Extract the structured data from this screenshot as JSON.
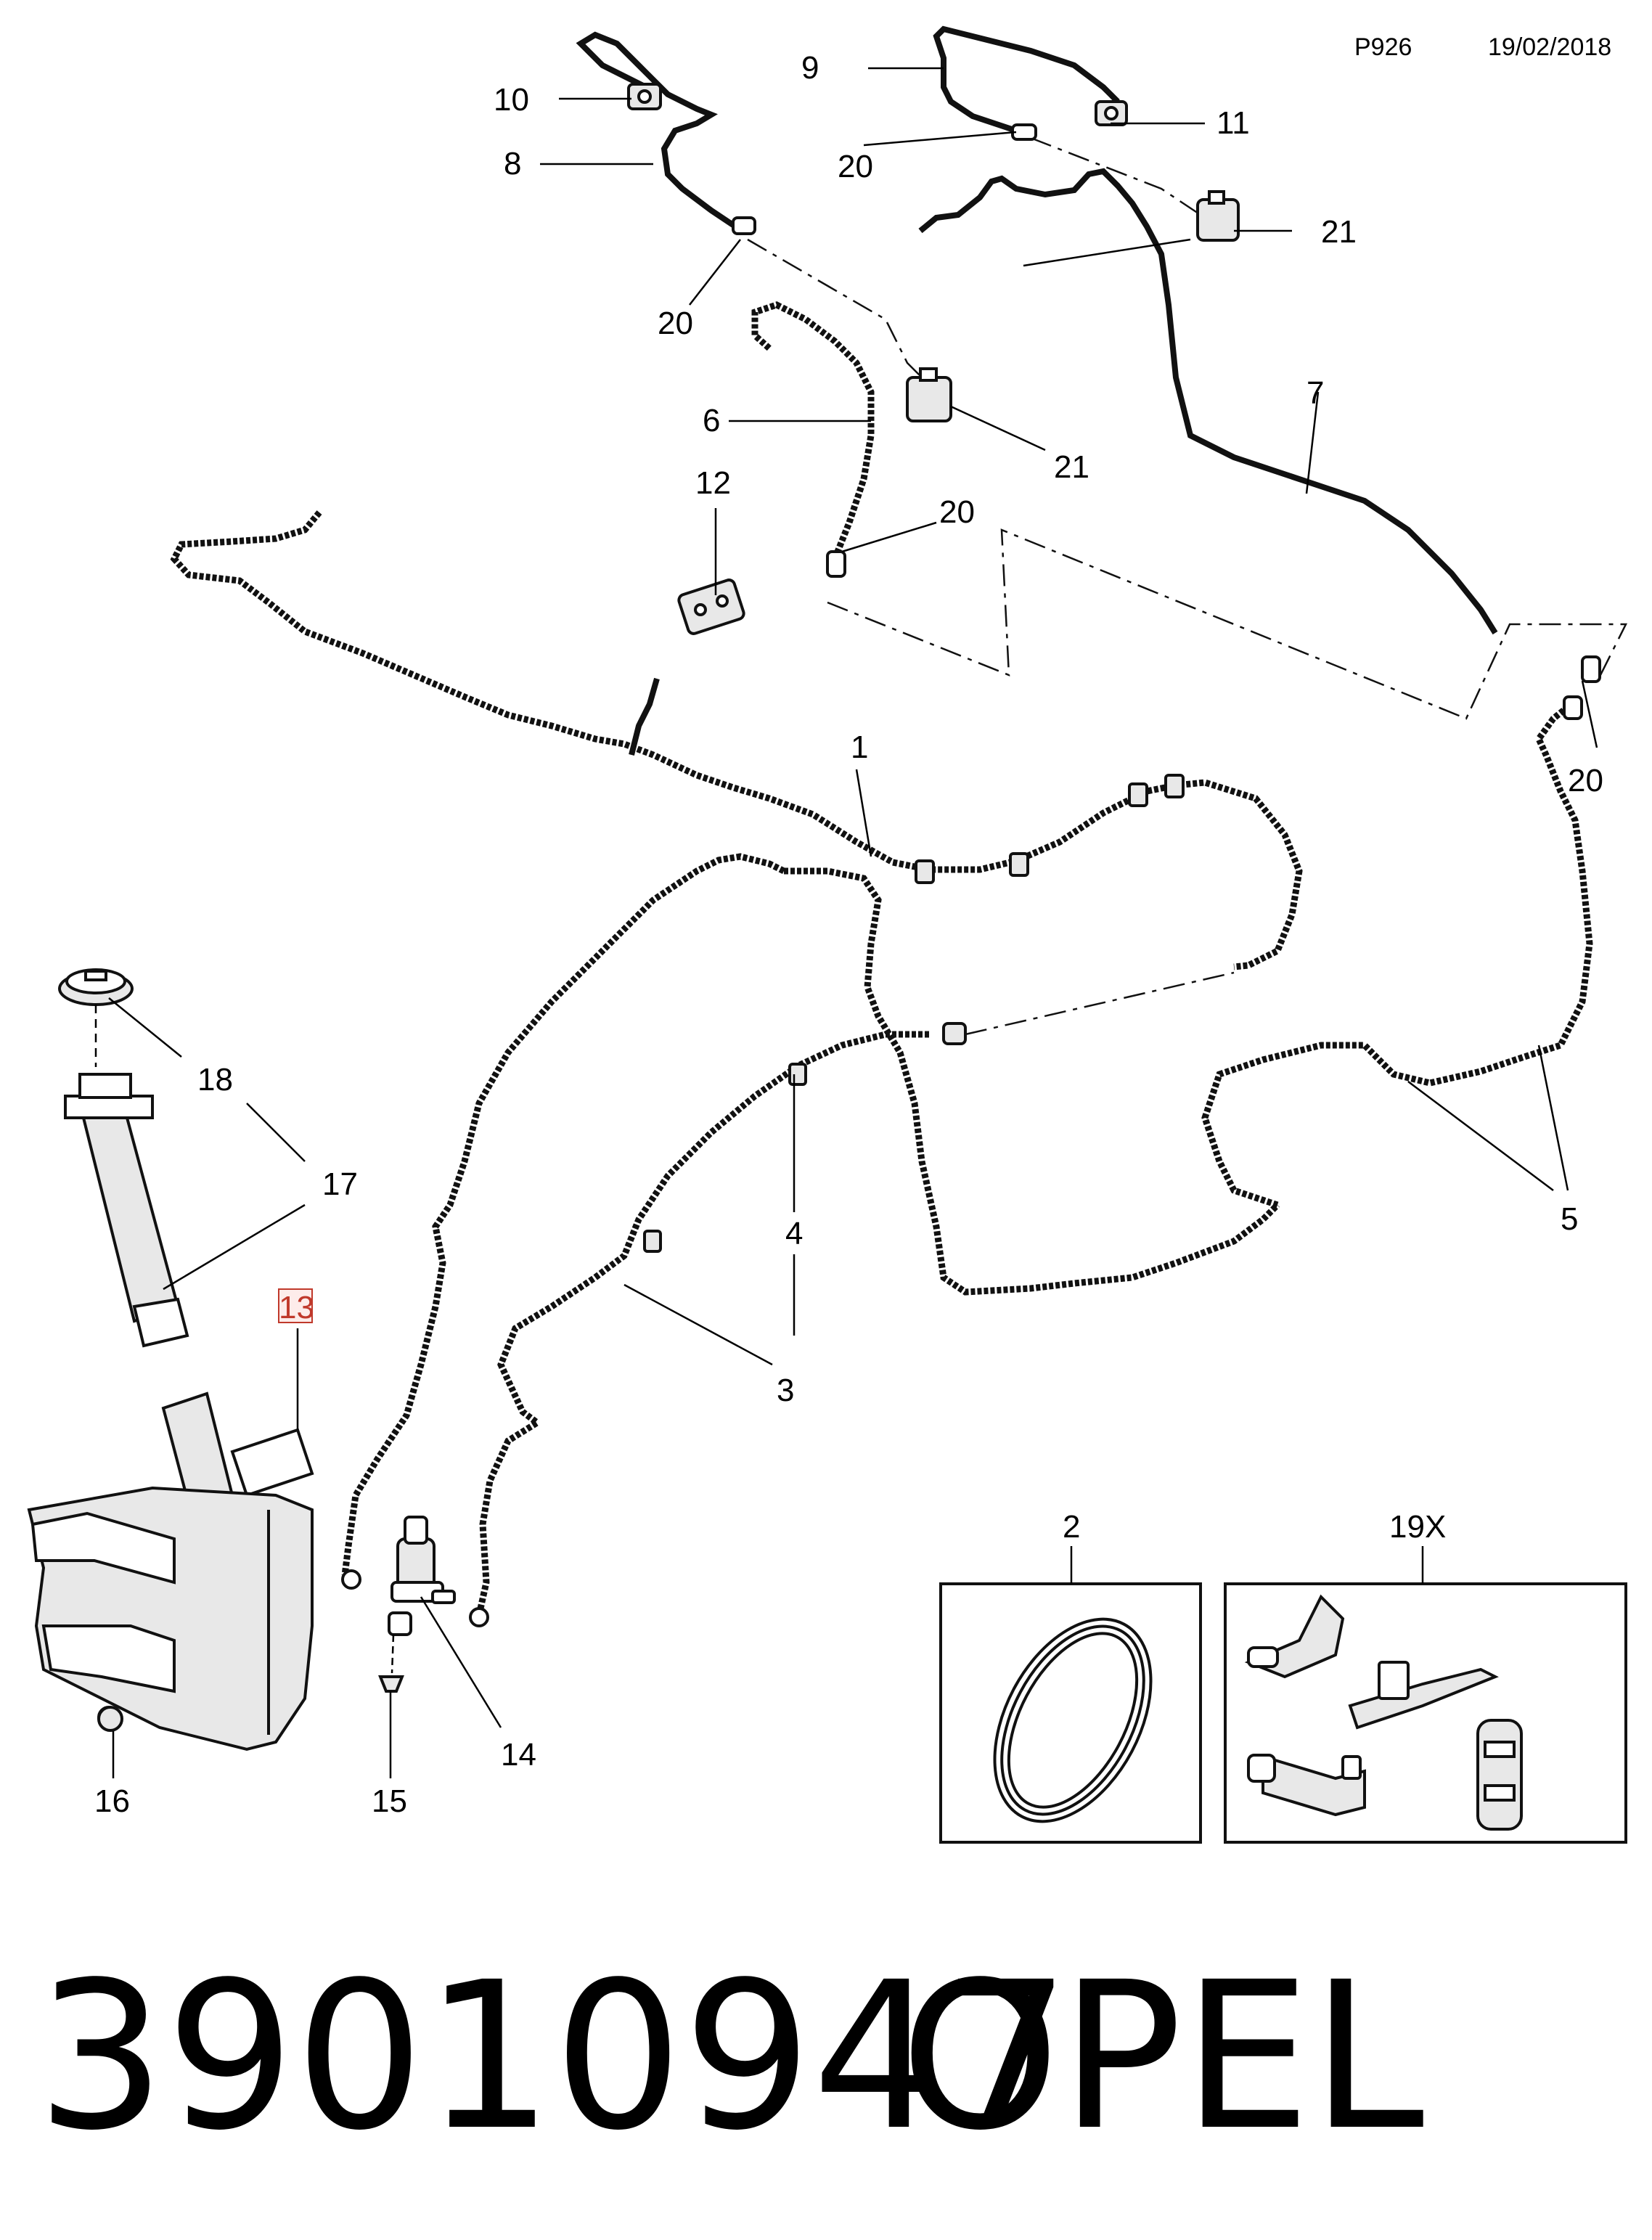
{
  "header": {
    "code": "P926",
    "date": "19/02/2018"
  },
  "footer": {
    "part_number": "39010947",
    "brand": "OPEL"
  },
  "callouts": {
    "c1": "1",
    "c2": "2",
    "c3": "3",
    "c4": "4",
    "c5": "5",
    "c6": "6",
    "c7": "7",
    "c8": "8",
    "c9": "9",
    "c10": "10",
    "c11": "11",
    "c12": "12",
    "c13": "13",
    "c14": "14",
    "c15": "15",
    "c16": "16",
    "c17": "17",
    "c18": "18",
    "c19x": "19X",
    "c20a": "20",
    "c20b": "20",
    "c20c": "20",
    "c20d": "20",
    "c21a": "21",
    "c21b": "21"
  },
  "highlight": {
    "part": "13",
    "color": "#c0392b"
  }
}
